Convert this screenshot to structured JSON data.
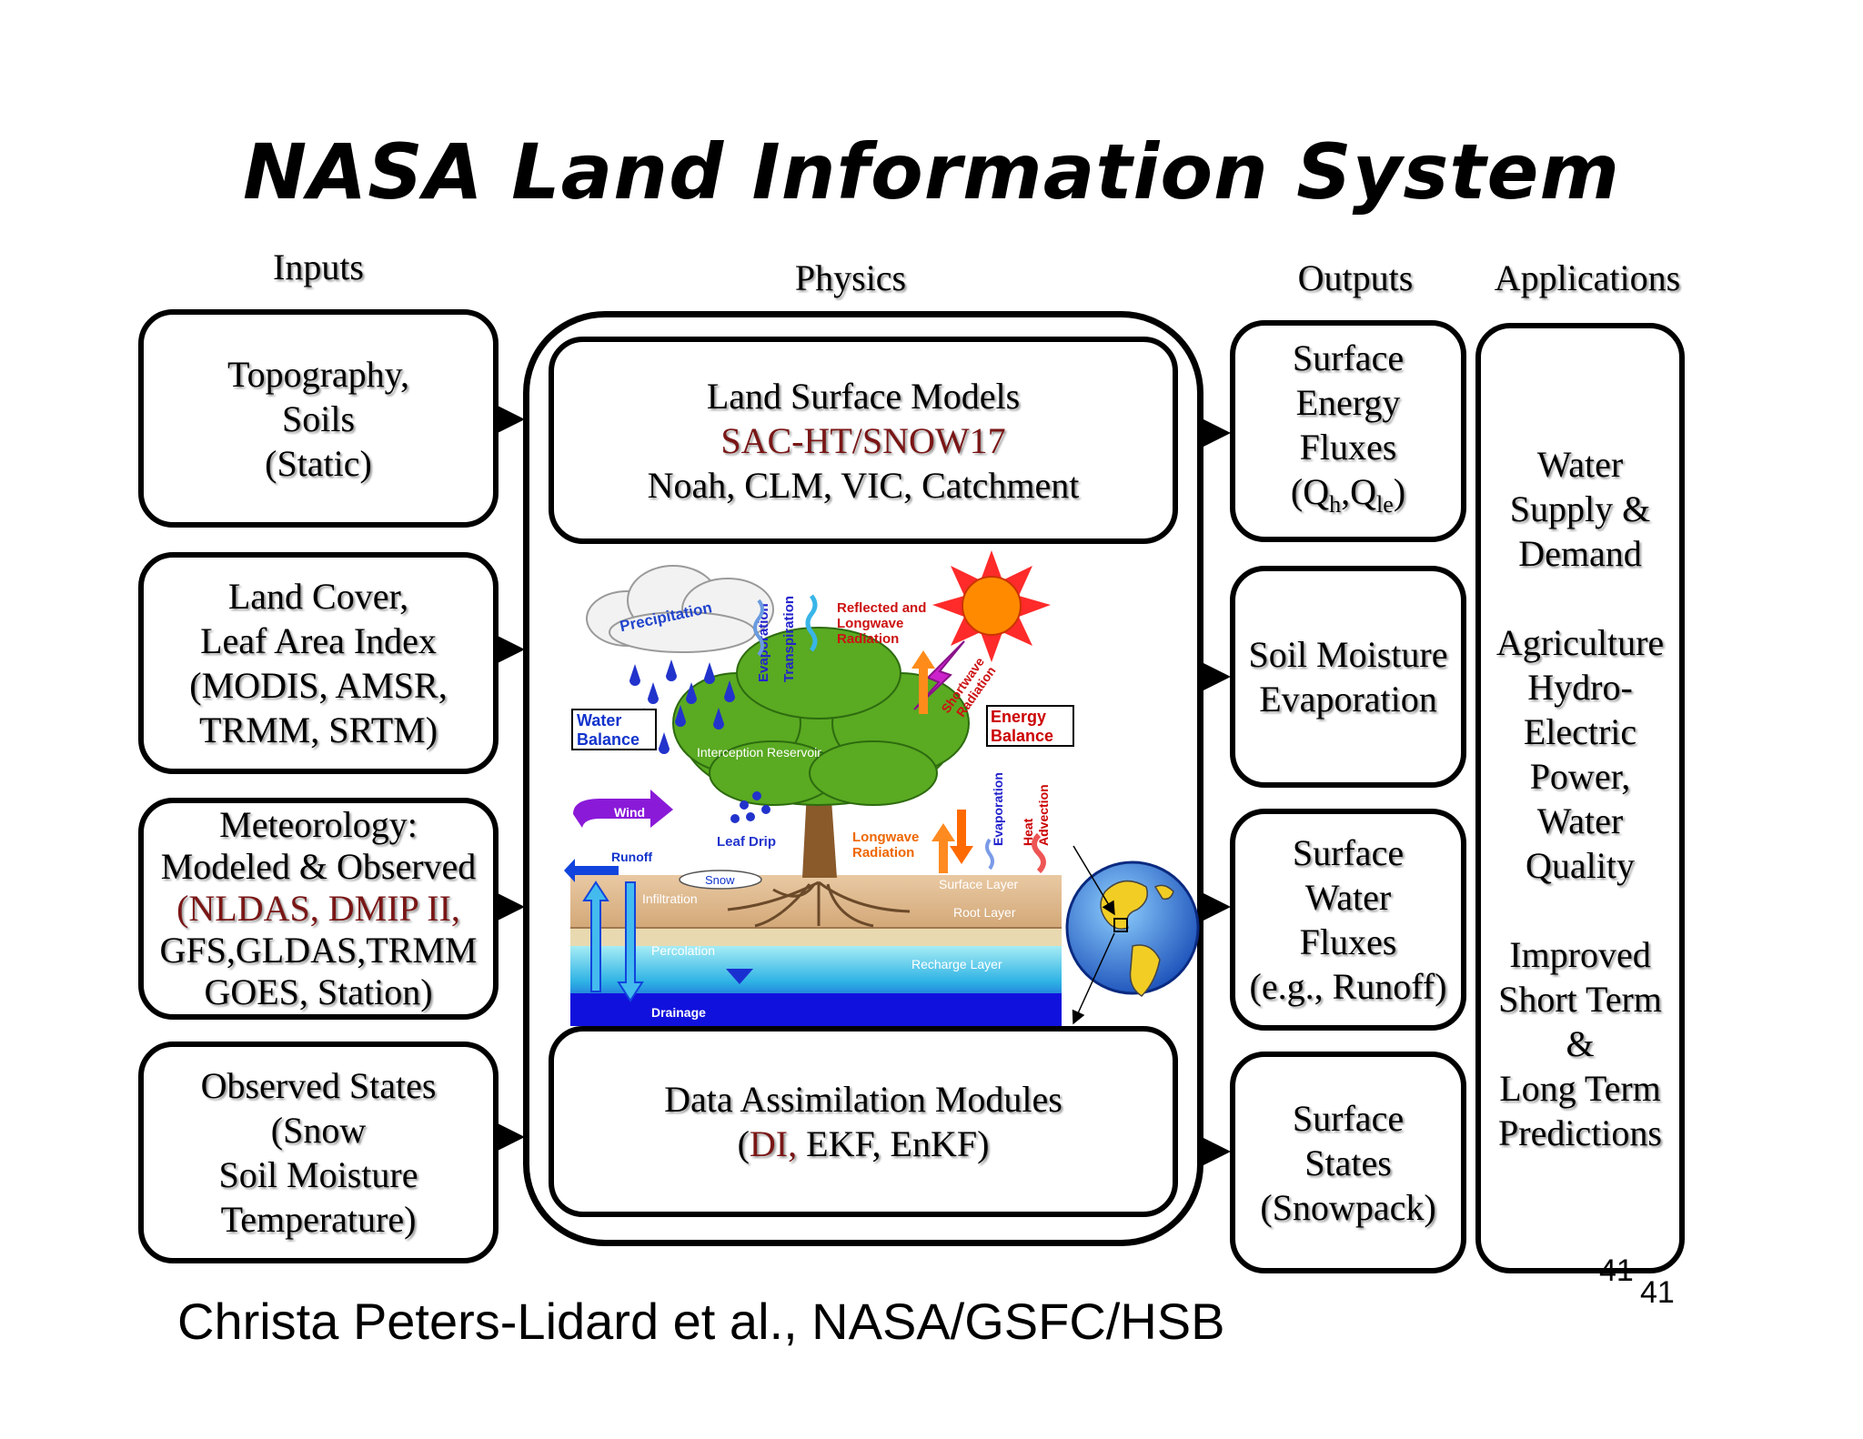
{
  "title": "NASA Land Information System",
  "headers": {
    "inputs": "Inputs",
    "physics": "Physics",
    "outputs": "Outputs",
    "applications": "Applications"
  },
  "inputs": [
    {
      "lines": [
        "Topography,",
        "Soils",
        "(Static)"
      ]
    },
    {
      "lines": [
        "Land Cover,",
        "Leaf Area Index",
        "(MODIS, AMSR,",
        "TRMM, SRTM)"
      ]
    },
    {
      "line1": "Meteorology:",
      "line2": "Modeled & Observed",
      "line3_red": "(NLDAS, DMIP II,",
      "line4": "GFS,GLDAS,TRMM",
      "line5": "GOES, Station)"
    },
    {
      "lines": [
        "Observed States",
        "(Snow",
        "Soil Moisture",
        "Temperature)"
      ]
    }
  ],
  "physics": {
    "lsm": {
      "title": "Land Surface Models",
      "highlight": "SAC-HT/SNOW17",
      "models": "Noah, CLM, VIC, Catchment"
    },
    "da": {
      "title": "Data Assimilation Modules",
      "open": "(",
      "highlight": "DI,",
      "rest": " EKF, EnKF)"
    },
    "illustration": {
      "precipitation": "Precipitation",
      "evaporation": "Evaporation",
      "transpiration": "Transpiration",
      "reflected": [
        "Reflected and",
        "Longwave",
        "Radiation"
      ],
      "shortwave": [
        "Shortwave",
        "Radiation"
      ],
      "water_balance": [
        "Water",
        "Balance"
      ],
      "energy_balance": [
        "Energy",
        "Balance"
      ],
      "interception": "Interception Reservoir",
      "wind": "Wind",
      "leaf_drip": "Leaf Drip",
      "longwave": [
        "Longwave",
        "Radiation"
      ],
      "evaporation2": "Evaporation",
      "heat_advection": [
        "Heat",
        "Advection"
      ],
      "runoff": "Runoff",
      "snow": "Snow",
      "infiltration": "Infiltration",
      "surface_layer": "Surface Layer",
      "root_layer": "Root Layer",
      "percolation": "Percolation",
      "recharge_layer": "Recharge Layer",
      "drainage": "Drainage"
    }
  },
  "outputs": [
    {
      "l1": "Surface",
      "l2": "Energy",
      "l3": "Fluxes",
      "q": "(Q",
      "sub1": "h",
      "mid": ",Q",
      "sub2": "le",
      "end": ")"
    },
    {
      "lines": [
        "Soil Moisture",
        "Evaporation"
      ]
    },
    {
      "lines": [
        "Surface",
        "Water",
        "Fluxes",
        "(e.g., Runoff)"
      ]
    },
    {
      "lines": [
        "Surface",
        "States",
        "(Snowpack)"
      ]
    }
  ],
  "applications": {
    "lines": [
      "Water",
      "Supply &",
      "Demand",
      "",
      "Agriculture",
      "Hydro-",
      "Electric",
      "Power,",
      "Water",
      "Quality",
      "",
      "Improved",
      "Short Term",
      "&",
      "Long Term",
      "Predictions"
    ]
  },
  "credit": "Christa Peters-Lidard et al., NASA/GSFC/HSB",
  "page_number": "41",
  "colors": {
    "highlight_red": "#7a1616",
    "water_blue": "#1133cc",
    "energy_red": "#cc0000"
  }
}
